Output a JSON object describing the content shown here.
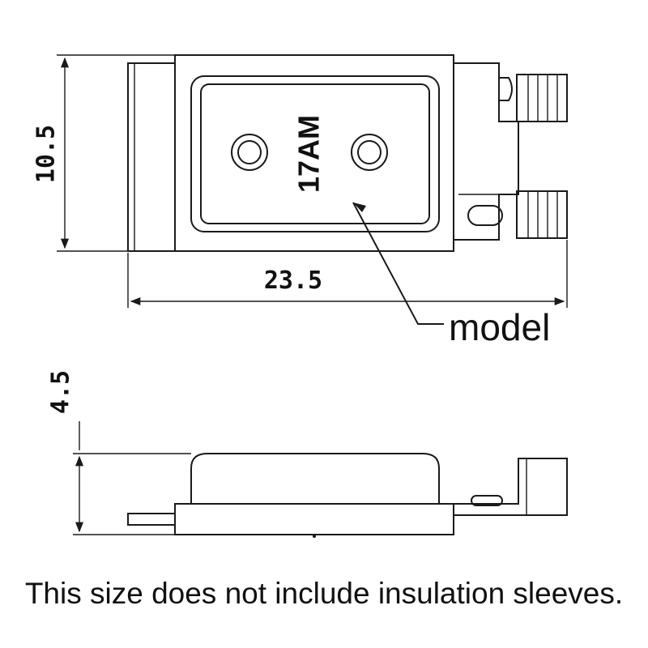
{
  "top_view": {
    "height_dim": "10.5",
    "width_dim": "23.5",
    "marking": "17AM",
    "callout": "model"
  },
  "side_view": {
    "thickness_dim": "4.5"
  },
  "footnote": "This size does not include insulation sleeves."
}
